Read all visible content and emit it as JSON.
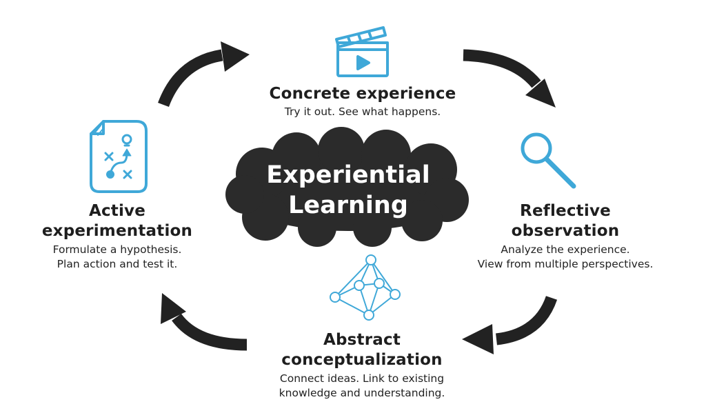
{
  "center": {
    "line1": "Experiential",
    "line2": "Learning"
  },
  "stages": {
    "concrete": {
      "icon": "clapperboard-icon",
      "title": "Concrete experience",
      "desc1": "Try it out. See what happens."
    },
    "reflective": {
      "icon": "magnifier-icon",
      "title1": "Reflective",
      "title2": "observation",
      "desc1": "Analyze the experience.",
      "desc2": "View from multiple perspectives."
    },
    "abstract": {
      "icon": "network-icon",
      "title1": "Abstract",
      "title2": "conceptualization",
      "desc1": "Connect ideas. Link to existing",
      "desc2": "knowledge and understanding."
    },
    "active": {
      "icon": "strategy-plan-icon",
      "title1": "Active",
      "title2": "experimentation",
      "desc1": "Formulate a hypothesis.",
      "desc2": "Plan action and test it."
    }
  },
  "colors": {
    "icon": "#3fa8d8",
    "arrow": "#222222",
    "cloud": "#2b2b2b"
  }
}
